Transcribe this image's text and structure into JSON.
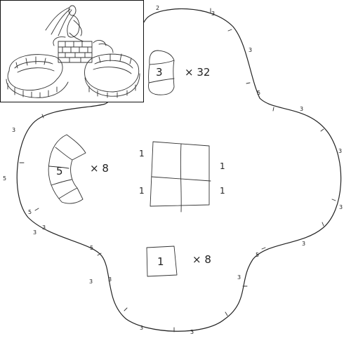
{
  "blocks": {
    "block3": {
      "number": "3",
      "count": "× 32"
    },
    "block5": {
      "number": "5",
      "count": "× 8"
    },
    "block1": {
      "number": "1",
      "count": "× 8"
    }
  },
  "center_labels": [
    "1",
    "1",
    "1",
    "1"
  ],
  "outline_labels": [
    "2",
    "3",
    "3",
    "5",
    "3",
    "3",
    "3",
    "5",
    "3",
    "5",
    "3",
    "3",
    "3",
    "3",
    "5",
    "3",
    "3",
    "3",
    "5",
    "3"
  ],
  "inset": {
    "icon": "fountain-with-figure-sketch"
  }
}
